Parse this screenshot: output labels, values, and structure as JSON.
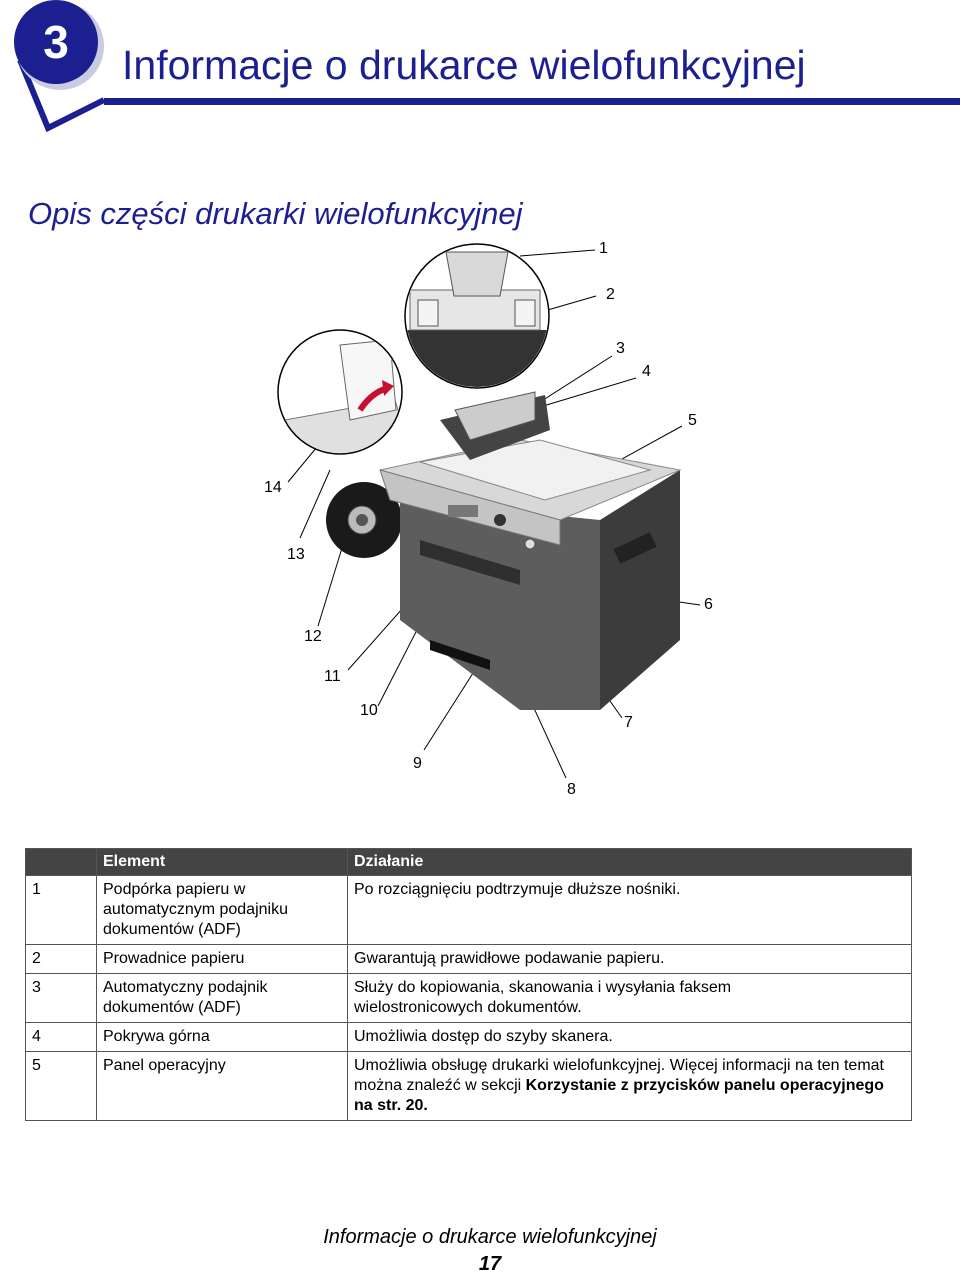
{
  "chapter": {
    "number": "3",
    "title": "Informacje o drukarce wielofunkcyjnej"
  },
  "section": {
    "title": "Opis części drukarki wielofunkcyjnej"
  },
  "figure": {
    "callouts": [
      "1",
      "2",
      "3",
      "4",
      "5",
      "6",
      "7",
      "8",
      "9",
      "10",
      "11",
      "12",
      "13",
      "14"
    ]
  },
  "table": {
    "headers": {
      "element": "Element",
      "action": "Działanie"
    },
    "rows": [
      {
        "num": "1",
        "element": "Podpórka papieru w automatycznym podajniku dokumentów (ADF)",
        "action": "Po rozciągnięciu podtrzymuje dłuższe nośniki."
      },
      {
        "num": "2",
        "element": "Prowadnice papieru",
        "action": "Gwarantują prawidłowe podawanie papieru."
      },
      {
        "num": "3",
        "element": "Automatyczny podajnik dokumentów (ADF)",
        "action": "Służy do kopiowania, skanowania i wysyłania faksem wielostronicowych dokumentów."
      },
      {
        "num": "4",
        "element": "Pokrywa górna",
        "action": "Umożliwia dostęp do szyby skanera."
      },
      {
        "num": "5",
        "element": "Panel operacyjny",
        "action": "Umożliwia obsługę drukarki wielofunkcyjnej. Więcej informacji na ten temat można znaleźć w sekcji ",
        "action_link": "Korzystanie z przycisków panelu operacyjnego na str. 20",
        "action_end": "."
      }
    ]
  },
  "footer": {
    "title": "Informacje o drukarce wielofunkcyjnej",
    "page": "17"
  },
  "colors": {
    "accent": "#1b1f8f",
    "header_bg": "#444444"
  }
}
